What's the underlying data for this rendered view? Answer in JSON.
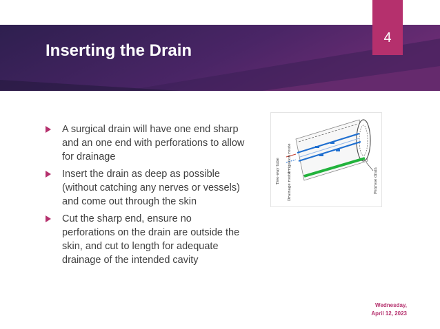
{
  "slide": {
    "title": "Inserting the Drain",
    "page_number": "4",
    "date_line1": "Wednesday,",
    "date_line2": "April 12, 2023"
  },
  "bullets": [
    "A surgical drain will have one end sharp and an one end with perforations to allow for drainage",
    "Insert the drain as deep as possible (without catching any nerves or vessels) and come out through the skin",
    "Cut the sharp end, ensure no perforations on the drain are outside the skin, and cut to length for adequate drainage of the intended cavity"
  ],
  "figure": {
    "labels": {
      "two_way_tube": "Two-way tube",
      "drainage_route": "Drainage route",
      "irrigation_route": "Irrigation route",
      "penrose_drain": "Penrose drain"
    }
  },
  "colors": {
    "banner_dark": "#2e1f4f",
    "banner_mid": "#5b2a6e",
    "accent": "#b5306d",
    "text": "#404040",
    "tube_blue": "#1f6fd0",
    "tube_green": "#22b33c"
  }
}
